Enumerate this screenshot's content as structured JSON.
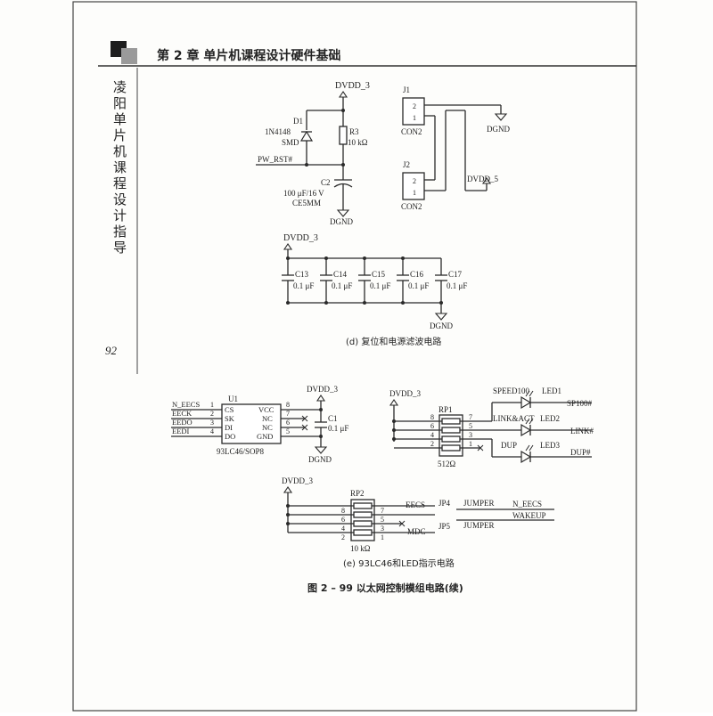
{
  "header": {
    "title": "第 2 章    单片机课程设计硬件基础",
    "side_title": "凌阳单片机课程设计指导",
    "page_number": "92"
  },
  "section_d": {
    "power": "DVDD_3",
    "D1": [
      "D1",
      "1N4148",
      "SMD"
    ],
    "R3": [
      "R3",
      "10 kΩ"
    ],
    "PW_RST": "PW_RST#",
    "C2": [
      "C2",
      "100 μF/16 V",
      "CE5MM"
    ],
    "gnd": "DGND",
    "J1": "J1",
    "J1_type": "CON2",
    "J2": "J2",
    "J2_type": "CON2",
    "pin1": "1",
    "pin2": "2",
    "dvdd5": "DVDD_5",
    "caps": [
      {
        "name": "C13",
        "value": "0.1 μF"
      },
      {
        "name": "C14",
        "value": "0.1 μF"
      },
      {
        "name": "C15",
        "value": "0.1 μF"
      },
      {
        "name": "C16",
        "value": "0.1 μF"
      },
      {
        "name": "C17",
        "value": "0.1 μF"
      }
    ],
    "caption": "(d)  复位和电源滤波电路"
  },
  "section_e": {
    "power": "DVDD_3",
    "gnd": "DGND",
    "U1": "U1",
    "U1_part": "93LC46/SOP8",
    "U1_left": [
      {
        "net": "N_EECS",
        "pin": "1",
        "name": "CS"
      },
      {
        "net": "EECK",
        "pin": "2",
        "name": "SK"
      },
      {
        "net": "EEDO",
        "pin": "3",
        "name": "DI"
      },
      {
        "net": "EEDI",
        "pin": "4",
        "name": "DO"
      }
    ],
    "U1_right": [
      {
        "pin": "8",
        "name": "VCC"
      },
      {
        "pin": "7",
        "name": "NC"
      },
      {
        "pin": "6",
        "name": "NC"
      },
      {
        "pin": "5",
        "name": "GND"
      }
    ],
    "C1": [
      "C1",
      "0.1 μF"
    ],
    "RP1": "RP1",
    "RP1_value": "512Ω",
    "RP1_left": [
      "8",
      "6",
      "4",
      "2"
    ],
    "RP1_right": [
      "7",
      "5",
      "3",
      "1"
    ],
    "leds": [
      {
        "label": "SPEED100",
        "name": "LED1",
        "net": "SP100#"
      },
      {
        "label": "LINK&ACT",
        "name": "LED2",
        "net": "LINK#"
      },
      {
        "label": "DUP",
        "name": "LED3",
        "net": "DUP#"
      }
    ],
    "RP2": "RP2",
    "RP2_value": "10 kΩ",
    "RP2_left": [
      "8",
      "6",
      "4",
      "2"
    ],
    "RP2_right": [
      "7",
      "5",
      "3",
      "1"
    ],
    "EECS": "EECS",
    "MDC": "MDC",
    "JP4": "JP4",
    "JP5": "JP5",
    "jumper": "JUMPER",
    "N_EECS": "N_EECS",
    "WAKEUP": "WAKEUP",
    "caption": "(e)  93LC46和LED指示电路"
  },
  "figure_caption": "图 2 – 99    以太网控制模组电路(续)"
}
